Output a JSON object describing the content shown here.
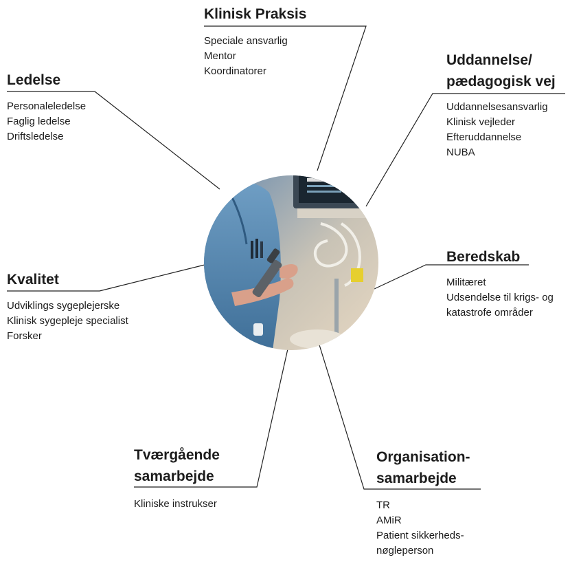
{
  "photo": {
    "description_icon": "nurse-with-medical-equipment-photo"
  },
  "sections": {
    "klinisk": {
      "title": "Klinisk Praksis",
      "items": [
        "Speciale ansvarlig",
        "Mentor",
        "Koordinatorer"
      ]
    },
    "ledelse": {
      "title": "Ledelse",
      "items": [
        "Personaleledelse",
        "Faglig ledelse",
        "Driftsledelse"
      ]
    },
    "uddannelse": {
      "title_line1": "Uddannelse/",
      "title_line2": "pædagogisk vej",
      "items": [
        "Uddannelsesansvarlig",
        "Klinisk vejleder",
        "Efteruddannelse",
        "NUBA"
      ]
    },
    "beredskab": {
      "title": "Beredskab",
      "items": [
        "Militæret",
        "Udsendelse til krigs- og",
        "katastrofe områder"
      ]
    },
    "kvalitet": {
      "title": "Kvalitet",
      "items": [
        "Udviklings sygeplejerske",
        "Klinisk sygepleje specialist",
        "Forsker"
      ]
    },
    "tvaergaaende": {
      "title_line1": "Tværgående",
      "title_line2": "samarbejde",
      "items": [
        "Kliniske instrukser"
      ]
    },
    "organisation": {
      "title_line1": "Organisation-",
      "title_line2": "samarbejde",
      "items": [
        "TR",
        "AMiR",
        "Patient sikkerheds-",
        "nøgleperson"
      ]
    }
  }
}
